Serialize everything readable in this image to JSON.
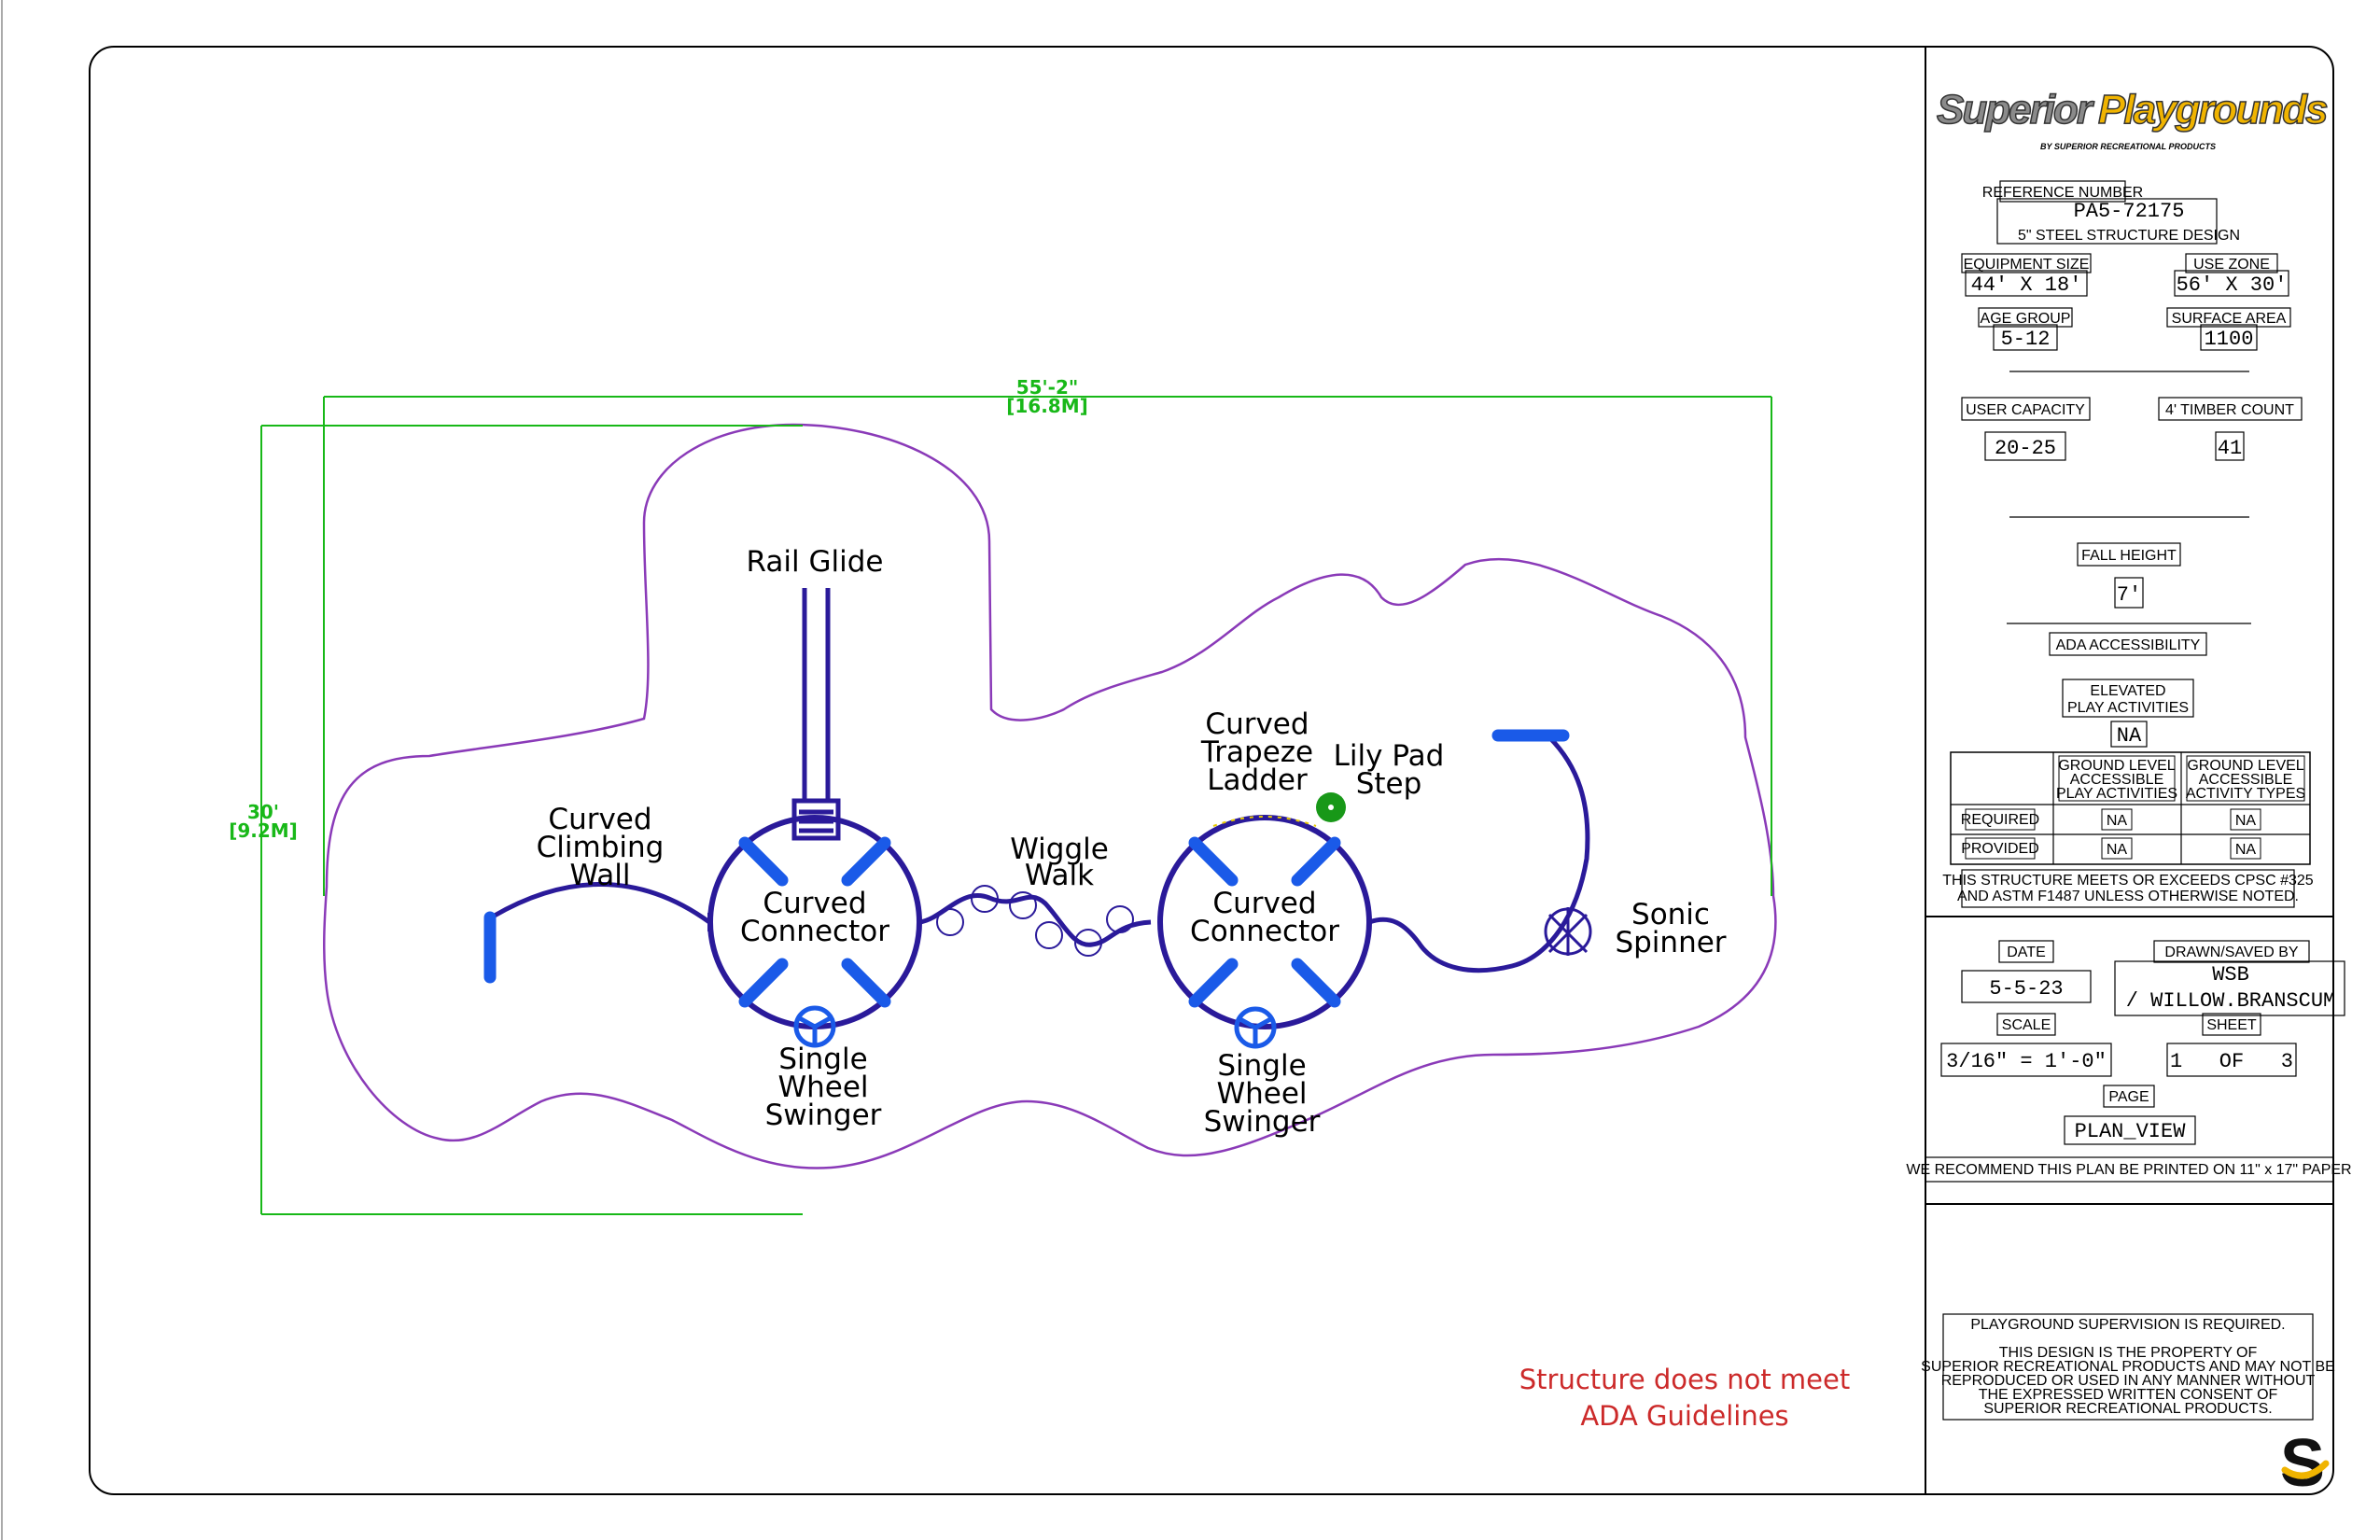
{
  "brand": {
    "logo_word1": "Superior",
    "logo_word2": "Playgrounds",
    "tagline": "BY SUPERIOR RECREATIONAL PRODUCTS",
    "emblem": "S"
  },
  "plan": {
    "dim_width": "55'-2\"",
    "dim_width_metric": "[16.8M]",
    "dim_height": "30'",
    "dim_height_metric": "[9.2M]",
    "labels": {
      "rail_glide": "Rail Glide",
      "curved_climbing_wall": [
        "Curved",
        "Climbing",
        "Wall"
      ],
      "curved_connector": [
        "Curved",
        "Connector"
      ],
      "single_wheel_swinger": [
        "Single",
        "Wheel",
        "Swinger"
      ],
      "wiggle_walk": [
        "Wiggle",
        "Walk"
      ],
      "curved_trapeze_ladder": [
        "Curved",
        "Trapeze",
        "Ladder"
      ],
      "lily_pad_step": [
        "Lily Pad",
        "Step"
      ],
      "sonic_spinner": [
        "Sonic",
        "Spinner"
      ]
    },
    "ada_note": [
      "Structure does not meet",
      "ADA Guidelines"
    ]
  },
  "title_block": {
    "reference_label": "REFERENCE NUMBER",
    "reference_value": "PA5-72175",
    "design": "5\" STEEL STRUCTURE DESIGN",
    "equipment_size_label": "EQUIPMENT SIZE",
    "equipment_size_value": "44' X 18'",
    "use_zone_label": "USE ZONE",
    "use_zone_value": "56' X 30'",
    "age_group_label": "AGE GROUP",
    "age_group_value": "5-12",
    "surface_area_label": "SURFACE AREA",
    "surface_area_value": "1100",
    "user_capacity_label": "USER CAPACITY",
    "user_capacity_value": "20-25",
    "timber_label": "4' TIMBER COUNT",
    "timber_value": "41",
    "fall_height_label": "FALL HEIGHT",
    "fall_height_value": "7'",
    "ada_label": "ADA ACCESSIBILITY",
    "elevated_label": [
      "ELEVATED",
      "PLAY ACTIVITIES"
    ],
    "elevated_value": "NA",
    "table": {
      "col1": [
        "GROUND LEVEL",
        "ACCESSIBLE",
        "PLAY ACTIVITIES"
      ],
      "col2": [
        "GROUND LEVEL",
        "ACCESSIBLE",
        "ACTIVITY TYPES"
      ],
      "rows": [
        {
          "label": "REQUIRED",
          "v1": "NA",
          "v2": "NA"
        },
        {
          "label": "PROVIDED",
          "v1": "NA",
          "v2": "NA"
        }
      ]
    },
    "cpsc_note": [
      "THIS STRUCTURE MEETS OR EXCEEDS CPSC #325",
      "AND ASTM F1487 UNLESS OTHERWISE NOTED."
    ],
    "date_label": "DATE",
    "date_value": "5-5-23",
    "drawn_label": "DRAWN/SAVED BY",
    "drawn_value": [
      "WSB",
      "/ WILLOW.BRANSCUM"
    ],
    "scale_label": "SCALE",
    "scale_value": "3/16\" = 1'-0\"",
    "sheet_label": "SHEET",
    "sheet_value": "1   OF   3",
    "page_label": "PAGE",
    "page_value": "PLAN_VIEW",
    "print_note": "WE RECOMMEND THIS PLAN BE PRINTED ON 11\" x 17\" PAPER",
    "supervision": "PLAYGROUND SUPERVISION IS REQUIRED.",
    "property_note": [
      "THIS DESIGN IS THE PROPERTY OF",
      "SUPERIOR RECREATIONAL PRODUCTS AND MAY NOT BE",
      "REPRODUCED OR USED IN ANY MANNER WITHOUT",
      "THE EXPRESSED WRITTEN CONSENT OF",
      "SUPERIOR RECREATIONAL PRODUCTS."
    ]
  },
  "colors": {
    "structure": "#2a1a9a",
    "deck_accent": "#1a5ae8",
    "dimension": "#18b818",
    "zone": "#8a3ab8",
    "ada_note": "#cc2a2a",
    "logo_gray": "#8a8a8a",
    "logo_yellow": "#f0b400"
  }
}
